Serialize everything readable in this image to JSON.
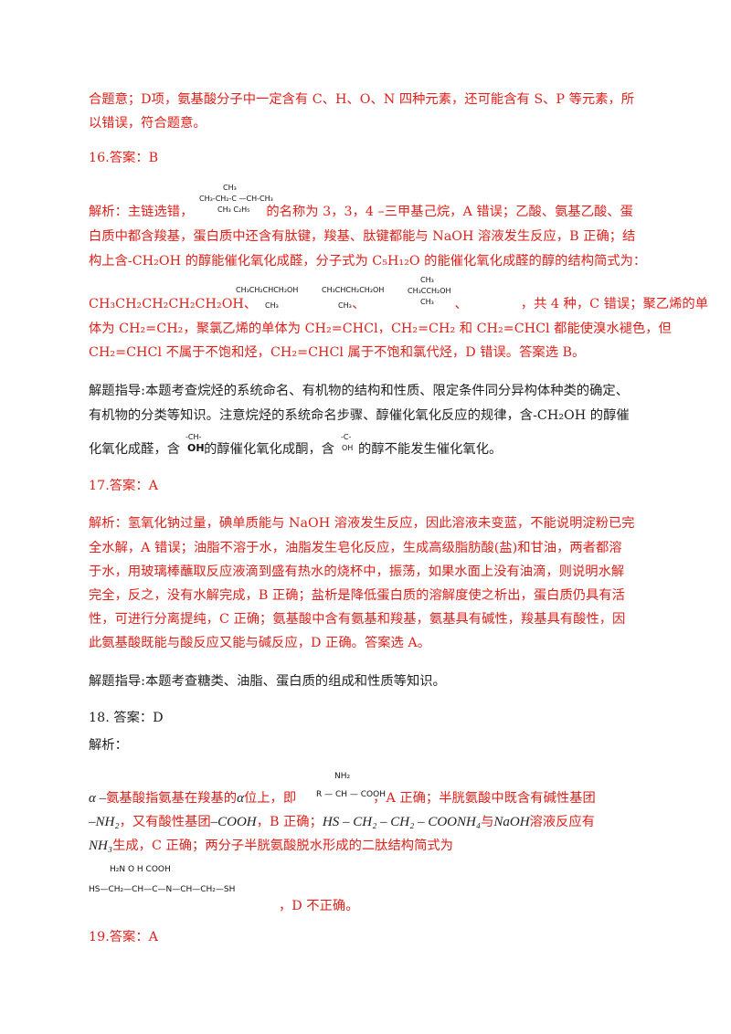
{
  "lines": {
    "l1": "合题意；D项，氨基酸分子中一定含有 C、H、O、N 四种元素，还可能含有 S、P 等元素，所",
    "l2": "以错误，符合题意。",
    "a16": "16.答案：B",
    "l4a": "解析：主链选错，",
    "l4b": "的名称为 3，3，4 –三甲基己烷，A 错误；乙酸、氨基乙酸、蛋",
    "l5": "白质中都含羧基，蛋白质中还含有肽键，羧基、肽键都能与 NaOH 溶液发生反应，B 正确；结",
    "l6": "构上含-CH₂OH 的醇能催化氧化成醛，分子式为 C₅H₁₂O 的能催化氧化成醛的醇的结构简式为：",
    "l7a": "CH₃CH₂CH₂CH₂CH₂OH、",
    "l7b": "、",
    "l7c": "、",
    "l7d": "，共 4 种，C 错误；聚乙烯的单",
    "l8": "体为 CH₂=CH₂，聚氯乙烯的单体为 CH₂=CHCl，CH₂=CH₂ 和 CH₂=CHCl 都能使溴水褪色，但",
    "l9": "CH₂=CHCl 不属于不饱和烃，CH₂=CHCl 属于不饱和氯代烃，D 错误。答案选 B。",
    "g1": "解题指导:本题考查烷烃的系统命名、有机物的结构和性质、限定条件同分异构体种类的确定、",
    "g2": "有机物的分类等知识。注意烷烃的系统命名步骤、醇催化氧化反应的规律，含-CH₂OH 的醇催",
    "g3a": "化氧化成醛，含",
    "g3b": "的醇催化氧化成酮，含",
    "g3c": "的醇不能发生催化氧化。",
    "a17": "17.答案：A",
    "p1": "解析：氢氧化钠过量，碘单质能与 NaOH 溶液发生反应，因此溶液未变蓝，不能说明淀粉已完",
    "p2": "全水解，A 错误；油脂不溶于水，油脂发生皂化反应，生成高级脂肪酸(盐)和甘油，两者都溶",
    "p3": "于水，用玻璃棒蘸取反应液滴到盛有热水的烧杯中，振荡，如果水面上没有油滴，则说明水解",
    "p4": "完全，反之，没有水解完成，B 正确；盐析是降低蛋白质的溶解度使之析出，蛋白质仍具有活",
    "p5": "性，可进行分离提纯，C 正确；氨基酸中含有氨基和羧基，氨基具有碱性，羧基具有酸性，因",
    "p6": "此氨基酸既能与酸反应又能与碱反应，D 正确。答案选 A。",
    "g4": "解题指导:本题考查糖类、油脂、蛋白质的组成和性质等知识。",
    "a18": "18. 答案：D",
    "jx": "解析：",
    "q1a": "α –",
    "q1b": "氨基酸指氨基在羧基的",
    "q1c": "α",
    "q1d": "位上，即",
    "q1e": "，A 正确；半胱氨酸中既含有碱性基团",
    "q2a": "–NH₂",
    "q2b": "，又有酸性基团",
    "q2c": "–COOH",
    "q2d": "，B 正确；",
    "q2e": "HS – CH₂ – CH₂ – COONH₄",
    "q2f": "与",
    "q2g": "NaOH",
    "q2h": "溶液反应有",
    "q3a": "NH₃",
    "q3b": "生成，C 正确；两分子半胱氨酸脱水形成的二肽结构简式为",
    "q4": "，D 不正确。",
    "a19": "19.答案：A"
  },
  "formulas": {
    "f1_top": "CH₃",
    "f1_mid": "CH₃-CH₂-C —CH-CH₃",
    "f1_bot": "CH₃ C₂H₅",
    "f2_mid": "CH₃CH₂CHCH₂OH",
    "f2_bot": "CH₃",
    "f3_mid": "CH₃CHCH₂CH₂OH",
    "f3_bot": "CH₃",
    "f4_top": "CH₃",
    "f4_mid": "CH₃CCH₂OH",
    "f4_bot": "CH₃",
    "f5_top": "-CH-",
    "f5_bot": "OH",
    "f6_top": "-C-",
    "f6_bot": "OH",
    "f7_top": "NH₂",
    "f7_mid": "R — CH — COOH",
    "f8_top": "H₂N    O    H   COOH",
    "f8_mid": "HS—CH₂—CH—C—N—CH—CH₂—SH"
  }
}
